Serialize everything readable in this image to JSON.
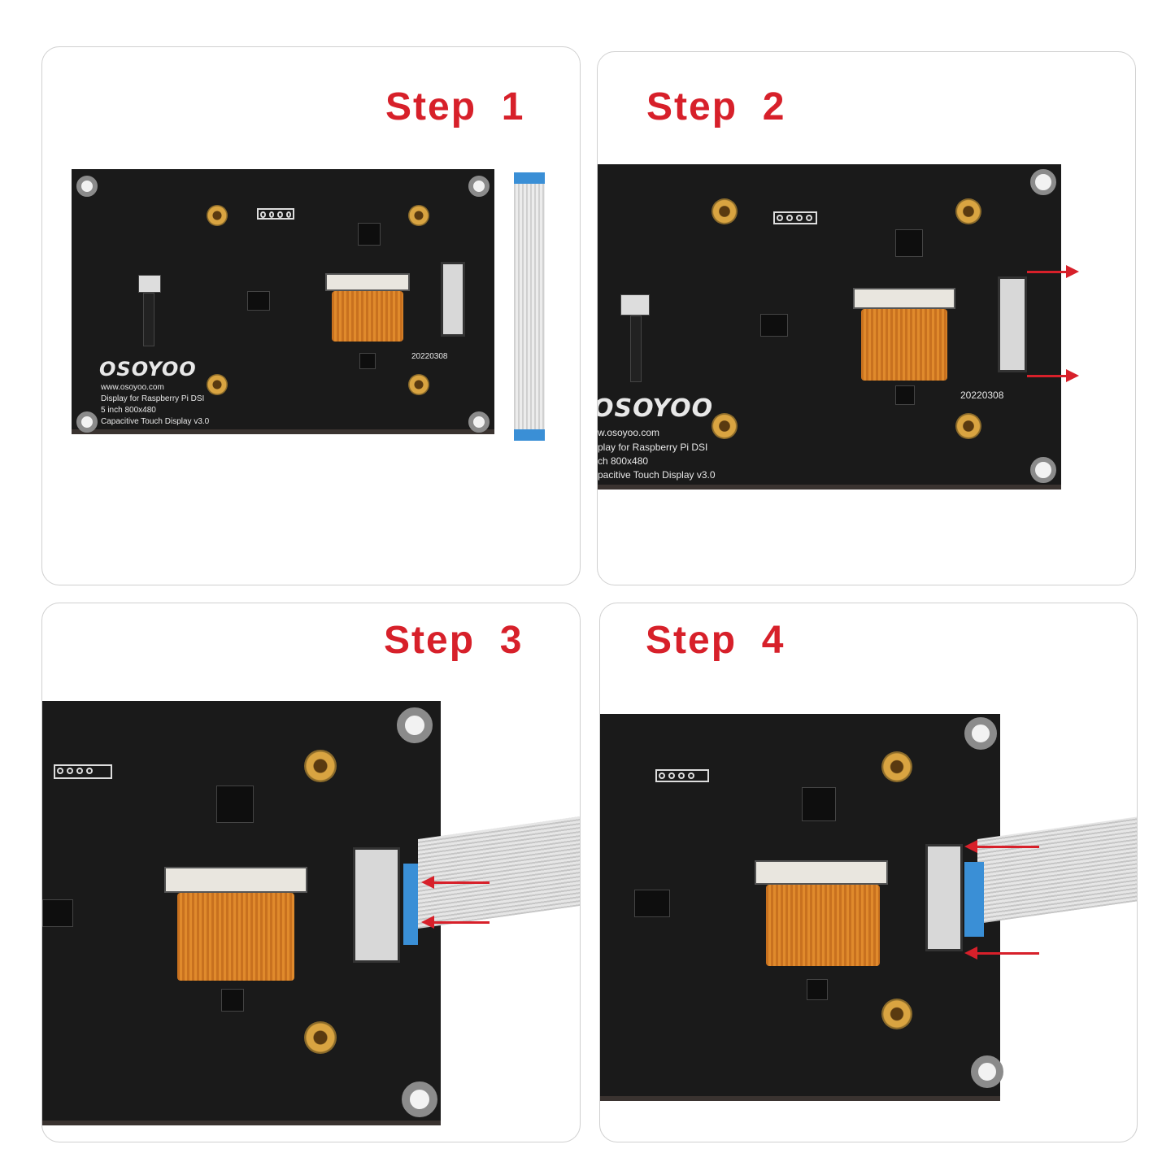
{
  "colors": {
    "step_title": "#d7202a",
    "arrow": "#d7202a",
    "pcb": "#1a1a1a",
    "flex_cable": "#d97f26",
    "ribbon_tape": "#3a8fd6"
  },
  "steps": [
    {
      "title": "Step  1"
    },
    {
      "title": "Step  2"
    },
    {
      "title": "Step  3"
    },
    {
      "title": "Step  4"
    }
  ],
  "board": {
    "logo": "OSOYOO",
    "url": "www.osoyoo.com",
    "line1": "Display for Raspberry Pi DSI",
    "line2": "5 inch 800x480",
    "line3": "Capacitive Touch Display v3.0",
    "date_code": "20220308",
    "logo_cropped": "OSOYOO",
    "url_cropped": "w.osoyoo.com",
    "line1_cropped": "play for Raspberry Pi DSI",
    "line2_cropped": "ch 800x480",
    "line3_cropped": "pacitive Touch Display v3.0"
  }
}
